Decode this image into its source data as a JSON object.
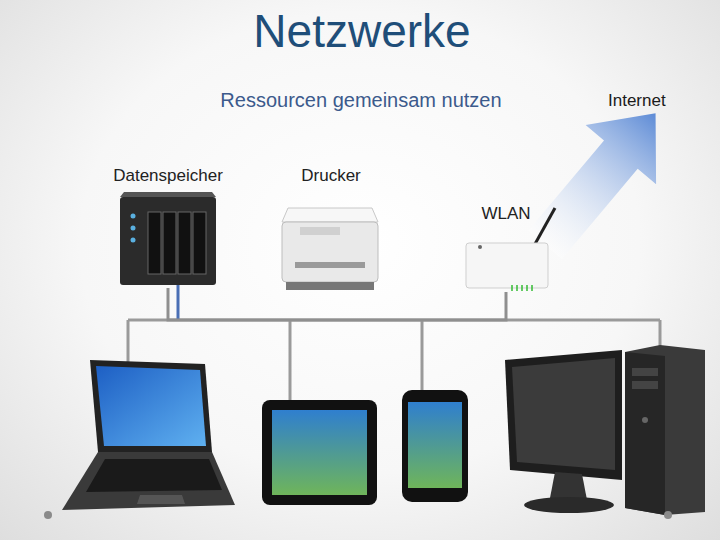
{
  "diagram": {
    "title": "Netzwerke",
    "nodes": [
      {
        "text": [
          "Datenspeicher"
        ]
      },
      {
        "text": [
          "Drucker"
        ]
      },
      {
        "text": [
          "WLAN"
        ]
      }
    ],
    "edges": [
      {
        "from": 0,
        "to": 2,
        "arrow": "none"
      }
    ],
    "labels": [
      "Ressourcen gemeinsam nutzen",
      "Internet"
    ]
  }
}
